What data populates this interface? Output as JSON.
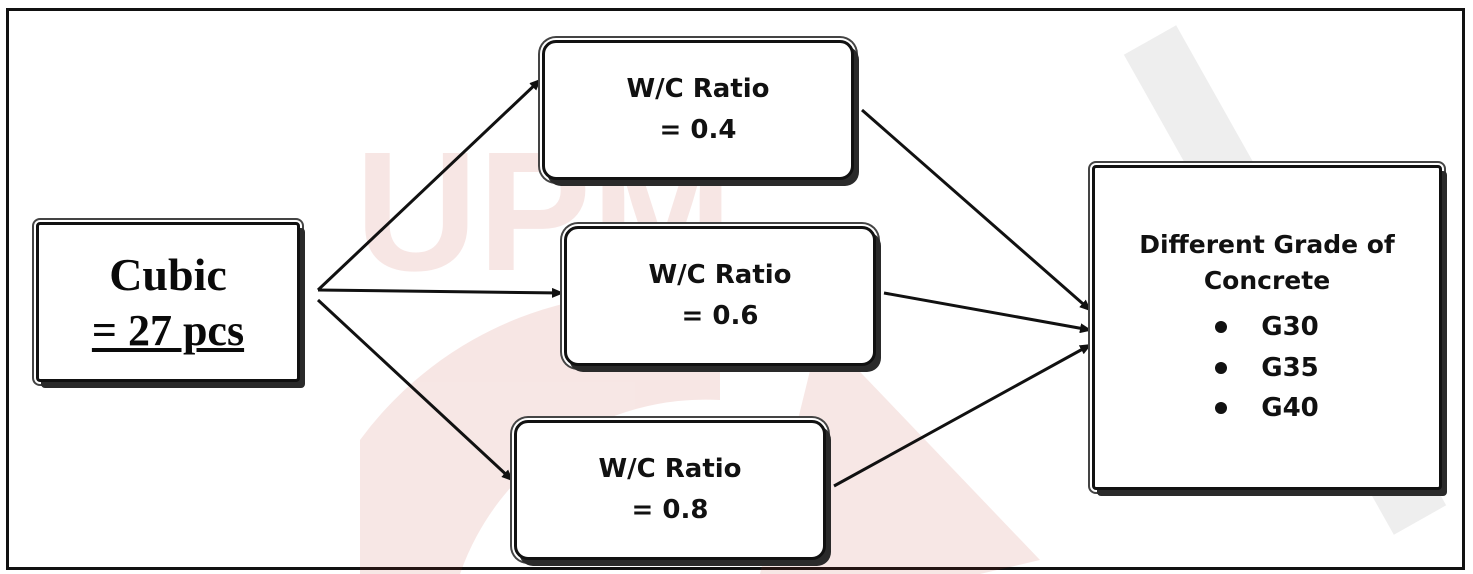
{
  "cubic": {
    "title": "Cubic",
    "quantity": "= 27 pcs"
  },
  "ratios": [
    {
      "label": "W/C Ratio",
      "value": "= 0.4"
    },
    {
      "label": "W/C Ratio",
      "value": "= 0.6"
    },
    {
      "label": "W/C Ratio",
      "value": "= 0.8"
    }
  ],
  "result": {
    "title_line1": "Different Grade of",
    "title_line2": "Concrete",
    "grades": [
      "G30",
      "G35",
      "G40"
    ]
  },
  "watermark": {
    "text": "UPM",
    "color": "#c0392b"
  }
}
